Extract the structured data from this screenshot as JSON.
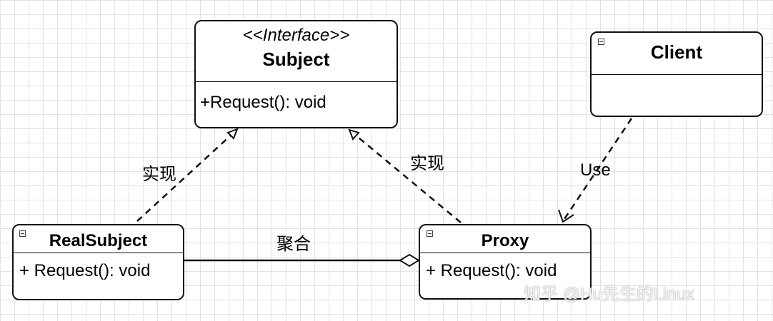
{
  "subject": {
    "stereotype": "<<Interface>>",
    "name": "Subject",
    "member": "+Request(): void"
  },
  "client": {
    "name": "Client"
  },
  "real_subject": {
    "name": "RealSubject",
    "member": "+ Request(): void"
  },
  "proxy": {
    "name": "Proxy",
    "member": "+ Request(): void"
  },
  "edges": {
    "realize_left_label": "实现",
    "realize_right_label": "实现",
    "use_label": "Use",
    "aggregation_label": "聚合"
  },
  "watermark": "知乎 @Hu先生的Linux",
  "colors": {
    "line": "#111111",
    "grid": "#e2e2e2",
    "background": "#ffffff"
  }
}
